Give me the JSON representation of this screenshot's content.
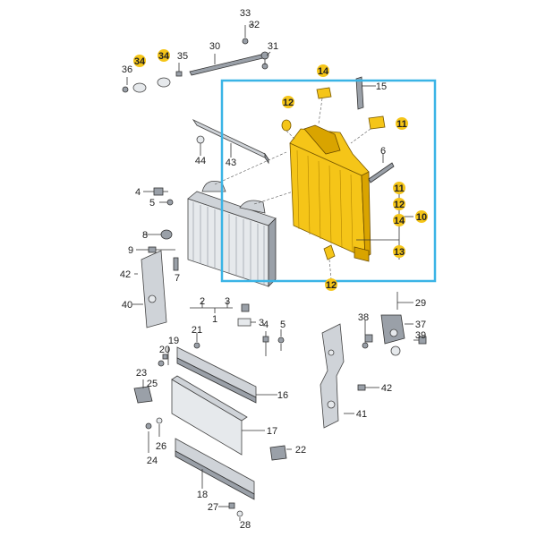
{
  "colors": {
    "highlight_box": "#3ab4e6",
    "highlight_part": "#f5c518",
    "callout_badge": "#f5c518"
  },
  "callouts": {
    "c33": "33",
    "c32": "32",
    "c30": "30",
    "c31": "31",
    "c36": "36",
    "c34a": "34",
    "c34b": "34",
    "c35": "35",
    "c14top": "14",
    "c15": "15",
    "c12top": "12",
    "c11top": "11",
    "c44": "44",
    "c43": "43",
    "c6": "6",
    "c11r": "11",
    "c12r": "12",
    "c14r": "14",
    "c10": "10",
    "c13": "13",
    "c4": "4",
    "c5": "5",
    "c8": "8",
    "c9": "9",
    "c42a": "42",
    "c7": "7",
    "c12bot": "12",
    "c40": "40",
    "c2": "2",
    "c3a": "3",
    "c1": "1",
    "c3b": "3",
    "c29": "29",
    "c38": "38",
    "c37": "37",
    "c39": "39",
    "c21": "21",
    "c19": "19",
    "c20": "20",
    "c4b": "4",
    "c5b": "5",
    "c23": "23",
    "c25": "25",
    "c16": "16",
    "c42b": "42",
    "c41": "41",
    "c17": "17",
    "c26": "26",
    "c24": "24",
    "c22": "22",
    "c18": "18",
    "c27": "27",
    "c28": "28"
  }
}
